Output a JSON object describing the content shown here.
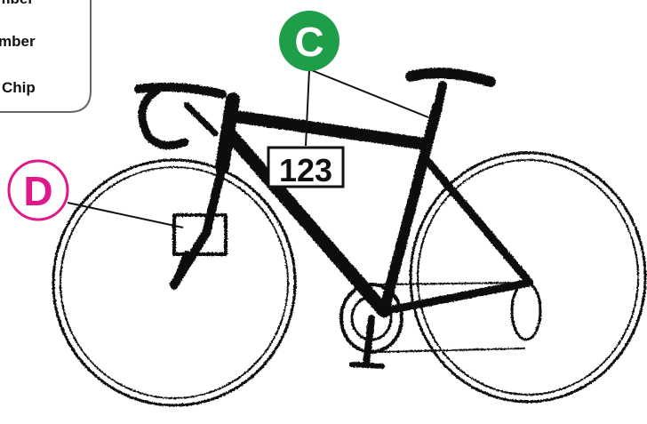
{
  "legend": {
    "items": [
      "umber",
      "mber",
      "Chip"
    ]
  },
  "callouts": [
    {
      "letter": "C",
      "color": "#1f9e4a",
      "text_color": "#ffffff"
    },
    {
      "letter": "D",
      "color": "#e0198a",
      "text_color": "#e0198a"
    }
  ],
  "race_number_plate": {
    "value": "123"
  }
}
